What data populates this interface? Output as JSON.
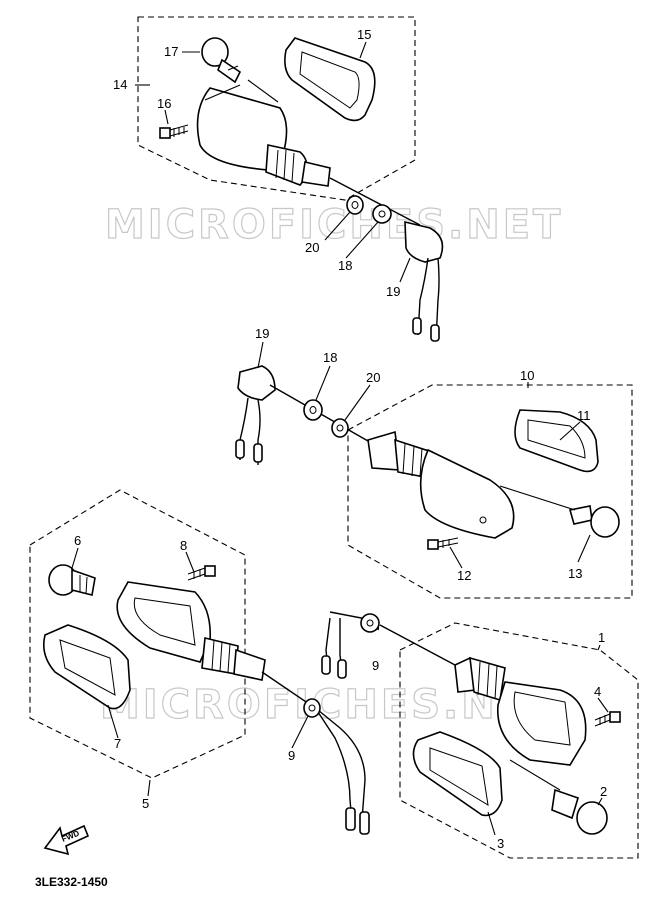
{
  "watermark": "MICROFICHES.NET",
  "diagram_code": "3LE332-1450",
  "front_label": "FWD",
  "callouts": {
    "c1": "1",
    "c2": "2",
    "c3": "3",
    "c4": "4",
    "c5": "5",
    "c6": "6",
    "c7": "7",
    "c8": "8",
    "c9a": "9",
    "c9b": "9",
    "c10": "10",
    "c11": "11",
    "c12": "12",
    "c13": "13",
    "c14": "14",
    "c15": "15",
    "c16": "16",
    "c17": "17",
    "c18a": "18",
    "c18b": "18",
    "c19a": "19",
    "c19b": "19",
    "c20a": "20",
    "c20b": "20"
  }
}
